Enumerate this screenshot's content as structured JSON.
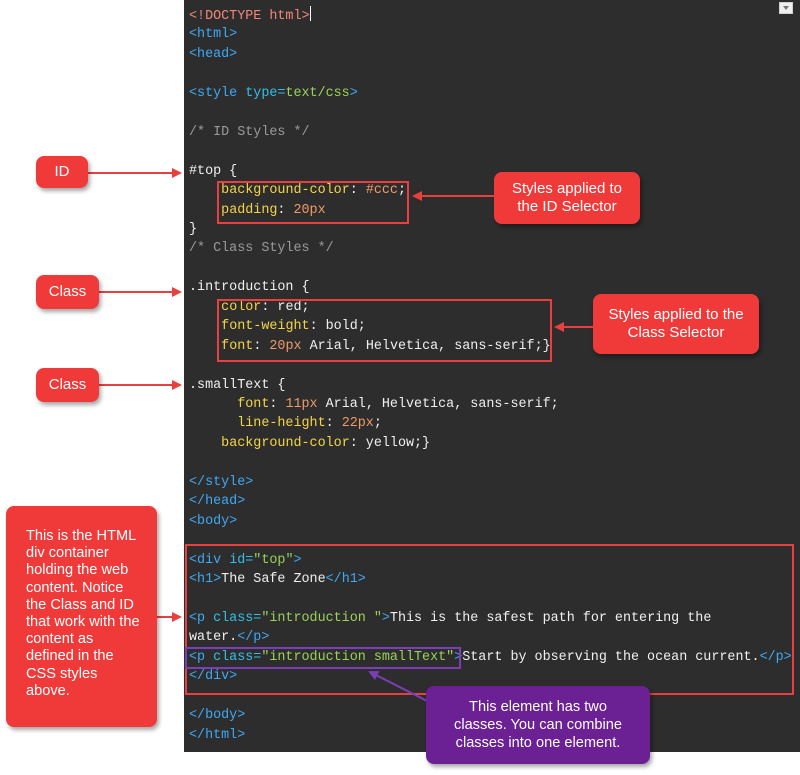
{
  "code_lines": [
    [
      {
        "t": "<!DOCTYPE html>",
        "c": "doctype"
      }
    ],
    [
      {
        "t": "<html>",
        "c": "tag"
      }
    ],
    [
      {
        "t": "<head>",
        "c": "tag"
      }
    ],
    [],
    [
      {
        "t": "<style ",
        "c": "tag"
      },
      {
        "t": "type=",
        "c": "attr"
      },
      {
        "t": "text/css",
        "c": "str"
      },
      {
        "t": ">",
        "c": "tag"
      }
    ],
    [],
    [
      {
        "t": "/* ID Styles */",
        "c": "comment"
      }
    ],
    [],
    [
      {
        "t": "#top {",
        "c": "sel"
      }
    ],
    [
      {
        "t": "    ",
        "c": "plain"
      },
      {
        "t": "background-color",
        "c": "prop"
      },
      {
        "t": ": ",
        "c": "plain"
      },
      {
        "t": "#ccc",
        "c": "num"
      },
      {
        "t": ";",
        "c": "plain"
      }
    ],
    [
      {
        "t": "    ",
        "c": "plain"
      },
      {
        "t": "padding",
        "c": "prop"
      },
      {
        "t": ": ",
        "c": "plain"
      },
      {
        "t": "20px",
        "c": "num"
      }
    ],
    [
      {
        "t": "}",
        "c": "plain"
      }
    ],
    [
      {
        "t": "/* Class Styles */",
        "c": "comment"
      }
    ],
    [],
    [
      {
        "t": ".introduction {",
        "c": "sel"
      }
    ],
    [
      {
        "t": "    ",
        "c": "plain"
      },
      {
        "t": "color",
        "c": "prop"
      },
      {
        "t": ": red;",
        "c": "plain"
      }
    ],
    [
      {
        "t": "    ",
        "c": "plain"
      },
      {
        "t": "font-weight",
        "c": "prop"
      },
      {
        "t": ": bold;",
        "c": "plain"
      }
    ],
    [
      {
        "t": "    ",
        "c": "plain"
      },
      {
        "t": "font",
        "c": "prop"
      },
      {
        "t": ": ",
        "c": "plain"
      },
      {
        "t": "20px",
        "c": "num"
      },
      {
        "t": " Arial, Helvetica, sans-serif;}",
        "c": "plain"
      }
    ],
    [],
    [
      {
        "t": ".smallText {",
        "c": "sel"
      }
    ],
    [
      {
        "t": "      ",
        "c": "plain"
      },
      {
        "t": "font",
        "c": "prop"
      },
      {
        "t": ": ",
        "c": "plain"
      },
      {
        "t": "11px",
        "c": "num"
      },
      {
        "t": " Arial, Helvetica, sans-serif;",
        "c": "plain"
      }
    ],
    [
      {
        "t": "      ",
        "c": "plain"
      },
      {
        "t": "line-height",
        "c": "prop"
      },
      {
        "t": ": ",
        "c": "plain"
      },
      {
        "t": "22px",
        "c": "num"
      },
      {
        "t": ";",
        "c": "plain"
      }
    ],
    [
      {
        "t": "    ",
        "c": "plain"
      },
      {
        "t": "background-color",
        "c": "prop"
      },
      {
        "t": ": yellow;}",
        "c": "plain"
      }
    ],
    [],
    [
      {
        "t": "</style>",
        "c": "tag"
      }
    ],
    [
      {
        "t": "</head>",
        "c": "tag"
      }
    ],
    [
      {
        "t": "<body>",
        "c": "tag"
      }
    ],
    [],
    [
      {
        "t": "<div ",
        "c": "tag"
      },
      {
        "t": "id=",
        "c": "attr"
      },
      {
        "t": "\"top\"",
        "c": "str"
      },
      {
        "t": ">",
        "c": "tag"
      }
    ],
    [
      {
        "t": "<h1>",
        "c": "tag"
      },
      {
        "t": "The Safe Zone",
        "c": "plain"
      },
      {
        "t": "</h1>",
        "c": "tag"
      }
    ],
    [],
    [
      {
        "t": "<p ",
        "c": "tag"
      },
      {
        "t": "class=",
        "c": "attr"
      },
      {
        "t": "\"introduction \"",
        "c": "str"
      },
      {
        "t": ">",
        "c": "tag"
      },
      {
        "t": "This is the safest path for entering the",
        "c": "plain"
      }
    ],
    [
      {
        "t": "water.",
        "c": "plain"
      },
      {
        "t": "</p>",
        "c": "tag"
      }
    ],
    [
      {
        "t": "<p ",
        "c": "tag"
      },
      {
        "t": "class=",
        "c": "attr"
      },
      {
        "t": "\"introduction smallText\"",
        "c": "str"
      },
      {
        "t": ">",
        "c": "tag"
      },
      {
        "t": "Start by observing the ocean current.",
        "c": "plain"
      },
      {
        "t": "</p>",
        "c": "tag"
      }
    ],
    [
      {
        "t": "</div>",
        "c": "tag"
      }
    ],
    [],
    [
      {
        "t": "</body>",
        "c": "tag"
      }
    ],
    [
      {
        "t": "</html>",
        "c": "tag"
      }
    ]
  ],
  "callouts": {
    "id_label": "ID",
    "class_label_1": "Class",
    "class_label_2": "Class",
    "id_styles": "Styles applied to the ID Selector",
    "class_styles": "Styles applied to the Class Selector",
    "div_note": "This is the HTML div container holding the web content. Notice the Class and ID that work with the content as defined in the CSS styles above.",
    "two_classes": "This element has two classes. You can combine classes into one element."
  },
  "colors": {
    "editor_bg": "#2d2d2d",
    "callout_red": "#f03a3a",
    "callout_purple": "#6b2194",
    "highlight_red": "#e8403e",
    "highlight_purple": "#7a3fb6"
  },
  "icons": [
    "scroll-arrow-down-icon",
    "cursor-caret-icon"
  ]
}
